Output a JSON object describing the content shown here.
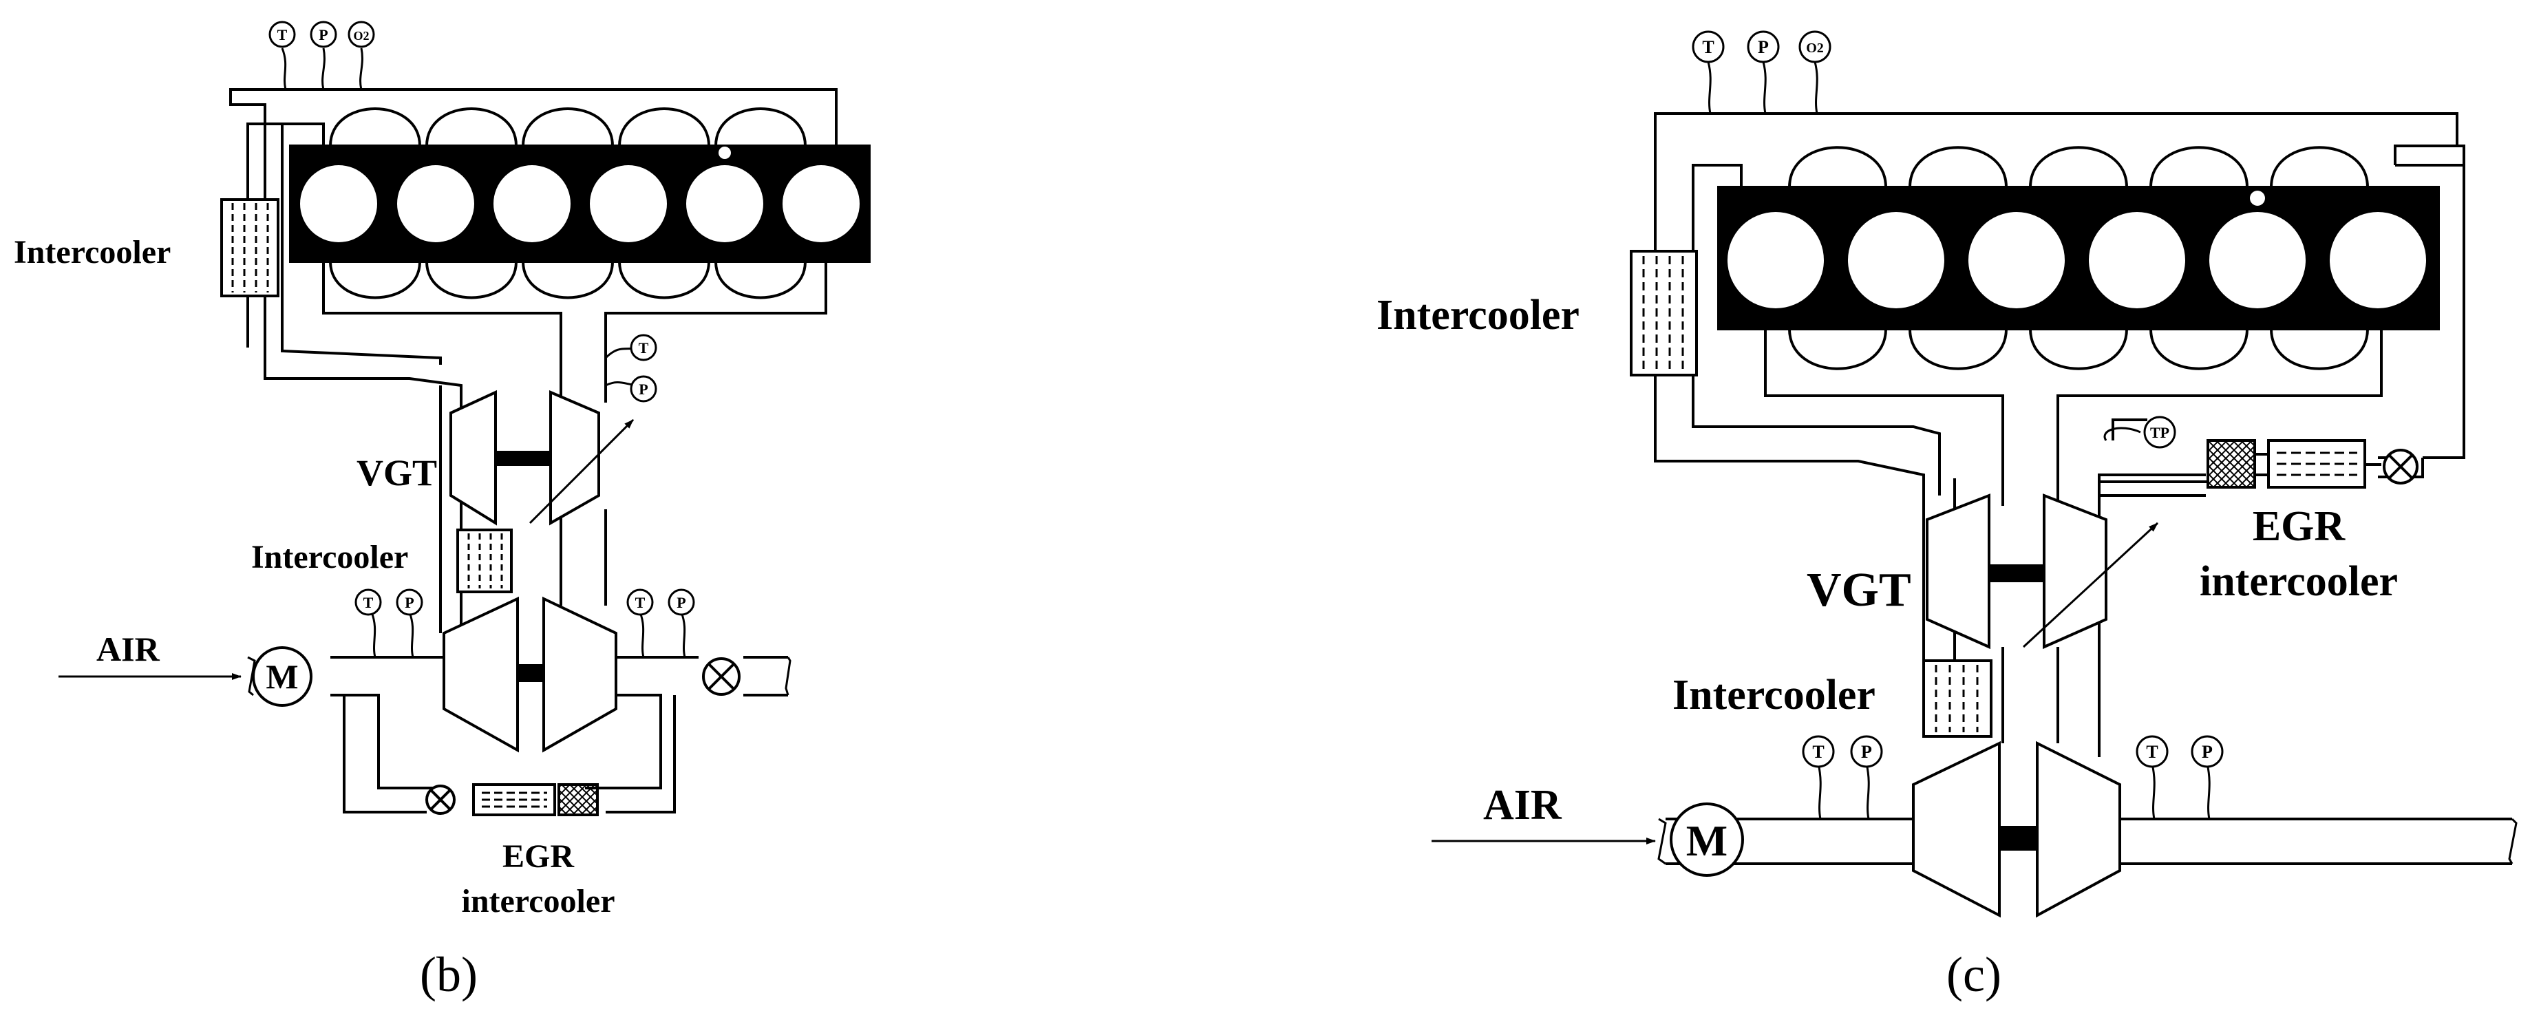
{
  "colors": {
    "ink": "#000000",
    "paper": "#ffffff"
  },
  "panels": [
    {
      "id": "b",
      "caption": "(b)",
      "labels": {
        "intercooler_main": "Intercooler",
        "vgt": "VGT",
        "intercooler_mid": "Intercooler",
        "air": "AIR",
        "motor": "M",
        "egr_line1": "EGR",
        "egr_line2": "intercooler"
      },
      "sensors": {
        "top": [
          "T",
          "P",
          "O2"
        ],
        "exhaust": [
          "T",
          "P"
        ],
        "intake": [
          "T",
          "P"
        ],
        "outlet": [
          "T",
          "P"
        ]
      }
    },
    {
      "id": "c",
      "caption": "(c)",
      "labels": {
        "intercooler_main": "Intercooler",
        "vgt": "VGT",
        "intercooler_mid": "Intercooler",
        "air": "AIR",
        "motor": "M",
        "egr_line1": "EGR",
        "egr_line2": "intercooler"
      },
      "sensors": {
        "top": [
          "T",
          "P",
          "O2"
        ],
        "egr": "TP",
        "intake": [
          "T",
          "P"
        ],
        "outlet": [
          "T",
          "P"
        ]
      }
    }
  ]
}
